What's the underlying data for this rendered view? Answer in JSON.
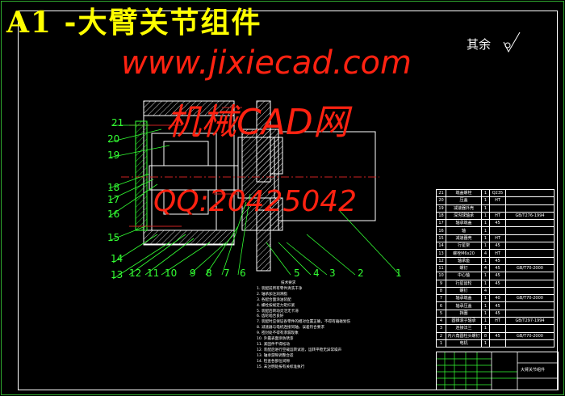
{
  "title": "A1 -大臂关节组件",
  "roughness_label": "其余",
  "callouts": [
    "1",
    "2",
    "3",
    "4",
    "5",
    "6",
    "7",
    "8",
    "9",
    "10",
    "11",
    "12",
    "13",
    "14",
    "15",
    "16",
    "17",
    "18",
    "19",
    "20",
    "21"
  ],
  "notes": {
    "heading": "技术要求",
    "items": [
      "1. 装配前所有零件清洗干净",
      "2. 轴承加注润滑脂",
      "3. 各配合面涂油装配",
      "4. 螺栓按规定力矩拧紧",
      "5. 装配后转动灵活无卡滞",
      "6. 齿轮啮合良好",
      "7. 装配时应保证各零件的相对位置正确，不得有磕碰划伤",
      "8. 减速器与电机连接同轴，误差符合要求",
      "9. 密封处不得有渗漏现象",
      "10. 外露表面涂防锈漆",
      "11. 紧固件不得松动",
      "12. 装配后进行空载运转试验，运转平稳无异常噪声",
      "13. 轴承游隙调整合适",
      "14. 检查各部位间隙",
      "15. 未注明处按有关标准执行"
    ]
  },
  "bom": [
    [
      "21",
      "端盖螺栓",
      "1",
      "Q235",
      ""
    ],
    [
      "20",
      "压盖",
      "1",
      "HT",
      ""
    ],
    [
      "19",
      "减速器外壳",
      "1",
      "",
      ""
    ],
    [
      "18",
      "深沟球轴承",
      "1",
      "HT",
      "GB/T276-1994"
    ],
    [
      "17",
      "轴承端盖",
      "1",
      "45",
      ""
    ],
    [
      "16",
      "轴",
      "1",
      "",
      ""
    ],
    [
      "15",
      "减速器壳",
      "1",
      "HT",
      ""
    ],
    [
      "14",
      "行星架",
      "1",
      "45",
      ""
    ],
    [
      "13",
      "螺栓M6x20",
      "4",
      "HT",
      ""
    ],
    [
      "12",
      "轴承座",
      "1",
      "45",
      ""
    ],
    [
      "11",
      "螺钉",
      "4",
      "45",
      "GB/T70-2000"
    ],
    [
      "10",
      "中心轴",
      "1",
      "45",
      ""
    ],
    [
      "9",
      "行星齿轮",
      "1",
      "45",
      ""
    ],
    [
      "8",
      "螺钉",
      "4",
      "",
      ""
    ],
    [
      "7",
      "轴承端盖",
      "1",
      "40",
      "GB/T70-2000"
    ],
    [
      "6",
      "轴承压盖",
      "1",
      "45",
      ""
    ],
    [
      "5",
      "挡圈",
      "1",
      "45",
      ""
    ],
    [
      "4",
      "圆锥滚子轴承",
      "1",
      "HT",
      "GB/T297-1994"
    ],
    [
      "3",
      "连接法兰",
      "1",
      "",
      ""
    ],
    [
      "2",
      "内六角圆柱头螺钉",
      "8",
      "45",
      "GB/T70-2000"
    ],
    [
      "1",
      "电机",
      "1",
      "",
      ""
    ]
  ],
  "title_block": {
    "name": "大臂关节组件"
  },
  "watermark": {
    "line1": "机械CAD网",
    "line2": "www.jixiecad.com",
    "line3": "QQ:20425042"
  },
  "colors": {
    "title": "#ffff00",
    "callout": "#33ff33",
    "watermark": "#ff2211",
    "frame": "#2fa82f"
  }
}
